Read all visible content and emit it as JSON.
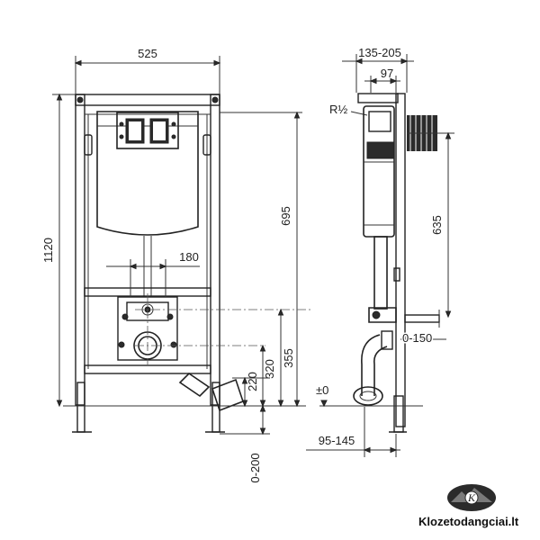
{
  "front_view": {
    "width_label": "525",
    "height_label": "1120",
    "actuator_height_label": "695",
    "spacing_label": "180",
    "inlet_height_label": "355",
    "outlet_height_label": "320",
    "drain_height_label": "220",
    "adjust_label": "0-200"
  },
  "side_view": {
    "depth_label": "135-205",
    "cistern_depth_label": "97",
    "thread_label": "R½",
    "cistern_height_label": "635",
    "offset_label": "0-150",
    "zero_label": "±0",
    "bottom_label": "95-145"
  },
  "brand": {
    "name": "Klozetodangciai.lt",
    "logo_letter": "K"
  },
  "colors": {
    "line": "#333333",
    "dark_fill": "#2b2b2b",
    "background": "#ffffff"
  }
}
